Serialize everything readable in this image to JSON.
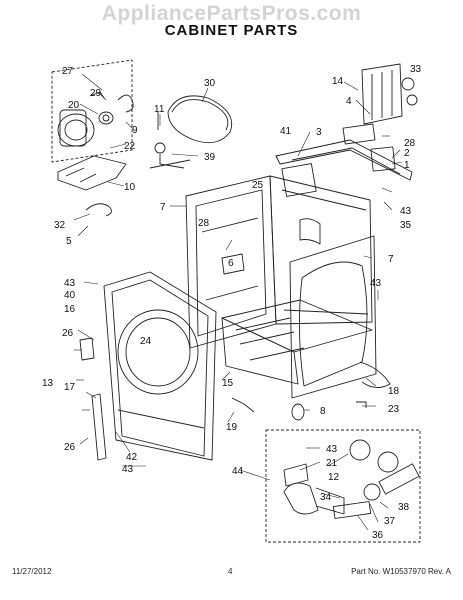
{
  "page": {
    "watermark": "AppliancePartsPros.com",
    "title": "CABINET PARTS",
    "footer_date": "11/27/2012",
    "footer_page": "4",
    "footer_part": "Part No. W10537970  Rev. A"
  },
  "callouts": [
    {
      "id": "c27",
      "text": "27"
    },
    {
      "id": "c29",
      "text": "29"
    },
    {
      "id": "c20",
      "text": "20"
    },
    {
      "id": "c9",
      "text": "9"
    },
    {
      "id": "c22",
      "text": "22"
    },
    {
      "id": "c10",
      "text": "10"
    },
    {
      "id": "c32",
      "text": "32"
    },
    {
      "id": "c5",
      "text": "5"
    },
    {
      "id": "c30",
      "text": "30"
    },
    {
      "id": "c11",
      "text": "11"
    },
    {
      "id": "c39",
      "text": "39"
    },
    {
      "id": "c14",
      "text": "14"
    },
    {
      "id": "c33",
      "text": "33"
    },
    {
      "id": "c4",
      "text": "4"
    },
    {
      "id": "c41",
      "text": "41"
    },
    {
      "id": "c3",
      "text": "3"
    },
    {
      "id": "c28a",
      "text": "28"
    },
    {
      "id": "c2",
      "text": "2"
    },
    {
      "id": "c1",
      "text": "1"
    },
    {
      "id": "c25",
      "text": "25"
    },
    {
      "id": "c7a",
      "text": "7"
    },
    {
      "id": "c28b",
      "text": "28"
    },
    {
      "id": "c6",
      "text": "6"
    },
    {
      "id": "c43a",
      "text": "43"
    },
    {
      "id": "c35",
      "text": "35"
    },
    {
      "id": "c7b",
      "text": "7"
    },
    {
      "id": "c43b",
      "text": "43"
    },
    {
      "id": "c40",
      "text": "40"
    },
    {
      "id": "c16",
      "text": "16"
    },
    {
      "id": "c43c",
      "text": "43"
    },
    {
      "id": "c26a",
      "text": "26"
    },
    {
      "id": "c24",
      "text": "24"
    },
    {
      "id": "c13",
      "text": "13"
    },
    {
      "id": "c17",
      "text": "17"
    },
    {
      "id": "c15",
      "text": "15"
    },
    {
      "id": "c18",
      "text": "18"
    },
    {
      "id": "c26b",
      "text": "26"
    },
    {
      "id": "c8",
      "text": "8"
    },
    {
      "id": "c23",
      "text": "23"
    },
    {
      "id": "c19",
      "text": "19"
    },
    {
      "id": "c42",
      "text": "42"
    },
    {
      "id": "c43d",
      "text": "43"
    },
    {
      "id": "c43e",
      "text": "43"
    },
    {
      "id": "c21",
      "text": "21"
    },
    {
      "id": "c12",
      "text": "12"
    },
    {
      "id": "c44",
      "text": "44"
    },
    {
      "id": "c34",
      "text": "34"
    },
    {
      "id": "c38",
      "text": "38"
    },
    {
      "id": "c37",
      "text": "37"
    },
    {
      "id": "c36",
      "text": "36"
    }
  ]
}
